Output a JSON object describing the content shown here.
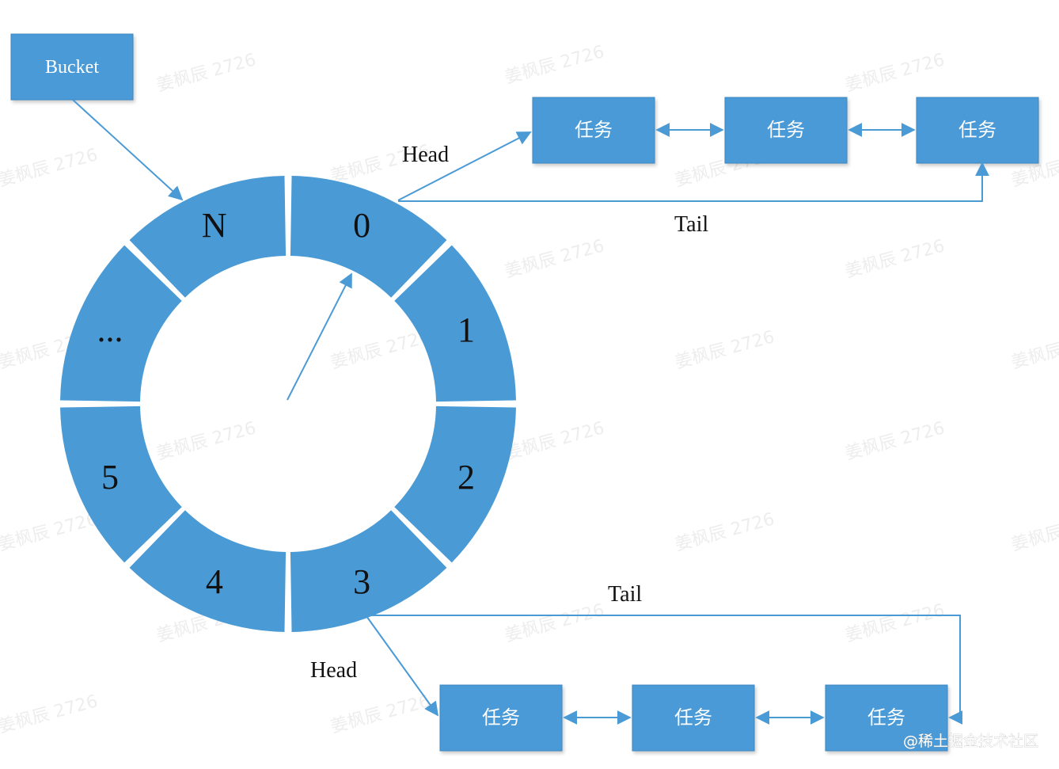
{
  "bucket": {
    "label": "Bucket"
  },
  "wheel": {
    "segments": [
      "0",
      "1",
      "2",
      "3",
      "4",
      "5",
      "...",
      "N"
    ]
  },
  "top_list": {
    "head_label": "Head",
    "tail_label": "Tail",
    "tasks": [
      "任务",
      "任务",
      "任务"
    ]
  },
  "bottom_list": {
    "head_label": "Head",
    "tail_label": "Tail",
    "tasks": [
      "任务",
      "任务",
      "任务"
    ]
  },
  "watermark": "姜枫辰 2726",
  "credit": "@稀土掘金技术社区",
  "colors": {
    "accent": "#4a9ad6",
    "box_border": "#3a86c2",
    "text_on_accent": "#ffffff",
    "text": "#111111"
  }
}
